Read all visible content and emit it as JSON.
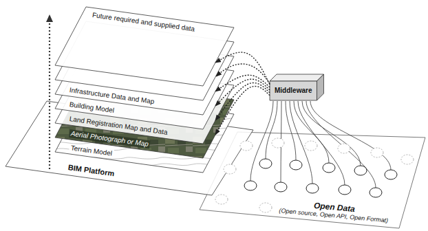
{
  "diagram": {
    "nodes": [
      {
        "text": [
          "Future required and supplied data"
        ]
      },
      {
        "text": [
          "Infrastructure Data and Map"
        ]
      },
      {
        "text": [
          "Building Model"
        ]
      },
      {
        "text": [
          "Land Registration Map and Data"
        ]
      },
      {
        "text": [
          "Aerial Photograph or Map"
        ]
      },
      {
        "text": [
          "Terrain Model"
        ]
      },
      {
        "text": [
          "BIM Platform"
        ]
      },
      {
        "text": [
          "Middleware"
        ]
      },
      {
        "text": [
          "Open Data",
          "(Open source, Open API, Open Format)"
        ]
      }
    ],
    "edges": [
      {
        "from": 7,
        "to": 0,
        "arrow": "to"
      },
      {
        "from": 7,
        "to": 1,
        "arrow": "to"
      },
      {
        "from": 7,
        "to": 2,
        "arrow": "to"
      },
      {
        "from": 7,
        "to": 3,
        "arrow": "to"
      },
      {
        "from": 7,
        "to": 4,
        "arrow": "to"
      }
    ]
  }
}
